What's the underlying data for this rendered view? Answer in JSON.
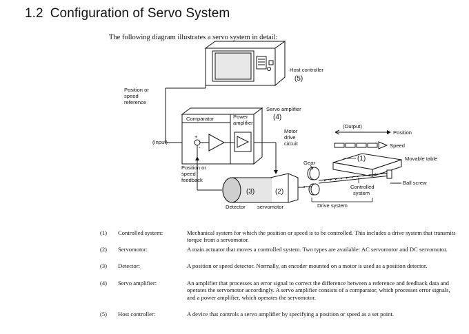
{
  "section": {
    "number": "1.2",
    "title": "Configuration of Servo System"
  },
  "intro": "The following diagram illustrates a servo system in detail:",
  "diagram": {
    "host_controller": {
      "label": "Host controller",
      "number": "(5)"
    },
    "position_reference": [
      "Position or",
      "speed",
      "reference"
    ],
    "servo_amplifier": {
      "label": "Servo amplifier",
      "number": "(4)"
    },
    "comparator": "Comparator",
    "power_amplifier": [
      "Power",
      "amplifier"
    ],
    "input": "(Input)",
    "motor_drive_circuit": [
      "Motor",
      "drive",
      "circuit"
    ],
    "output": "(Output)",
    "position": "Position",
    "speed": "Speed",
    "controlled_number": "(1)",
    "movable_table": "Movable table",
    "gear": "Gear",
    "ball_screw": "Ball screw",
    "controlled_system": [
      "Controlled",
      "system"
    ],
    "feedback": [
      "Position or",
      "speed",
      "feedback"
    ],
    "detector_number": "(3)",
    "servomotor_number": "(2)",
    "detector": "Detector",
    "servomotor": "servomotor",
    "drive_system": "Drive system",
    "plus": "+",
    "minus": "-"
  },
  "definitions": [
    {
      "num": "(1)",
      "term": "Controlled system:",
      "desc": "Mechanical system for which the position or speed is to be controlled. This includes a drive system that transmits torque from a servomotor."
    },
    {
      "num": "(2)",
      "term": "Servomotor:",
      "desc": "A main actuator that moves a controlled system. Two types are available: AC servomotor and DC servomotor."
    },
    {
      "num": "(3)",
      "term": "Detector:",
      "desc": "A position or speed detector. Normally, an encoder mounted on a motor is used as a position detector."
    },
    {
      "num": "(4)",
      "term": "Servo amplifier:",
      "desc": "An amplifier that processes an error signal to correct the difference between a reference and feedback data and operates the servomotor accordingly. A servo amplifier consists of a comparator, which processes error signals, and a power amplifier, which operates the servomotor."
    },
    {
      "num": "(5)",
      "term": "Host controller:",
      "desc": "A device that controls a servo amplifier by specifying a position or speed as a set point."
    }
  ]
}
